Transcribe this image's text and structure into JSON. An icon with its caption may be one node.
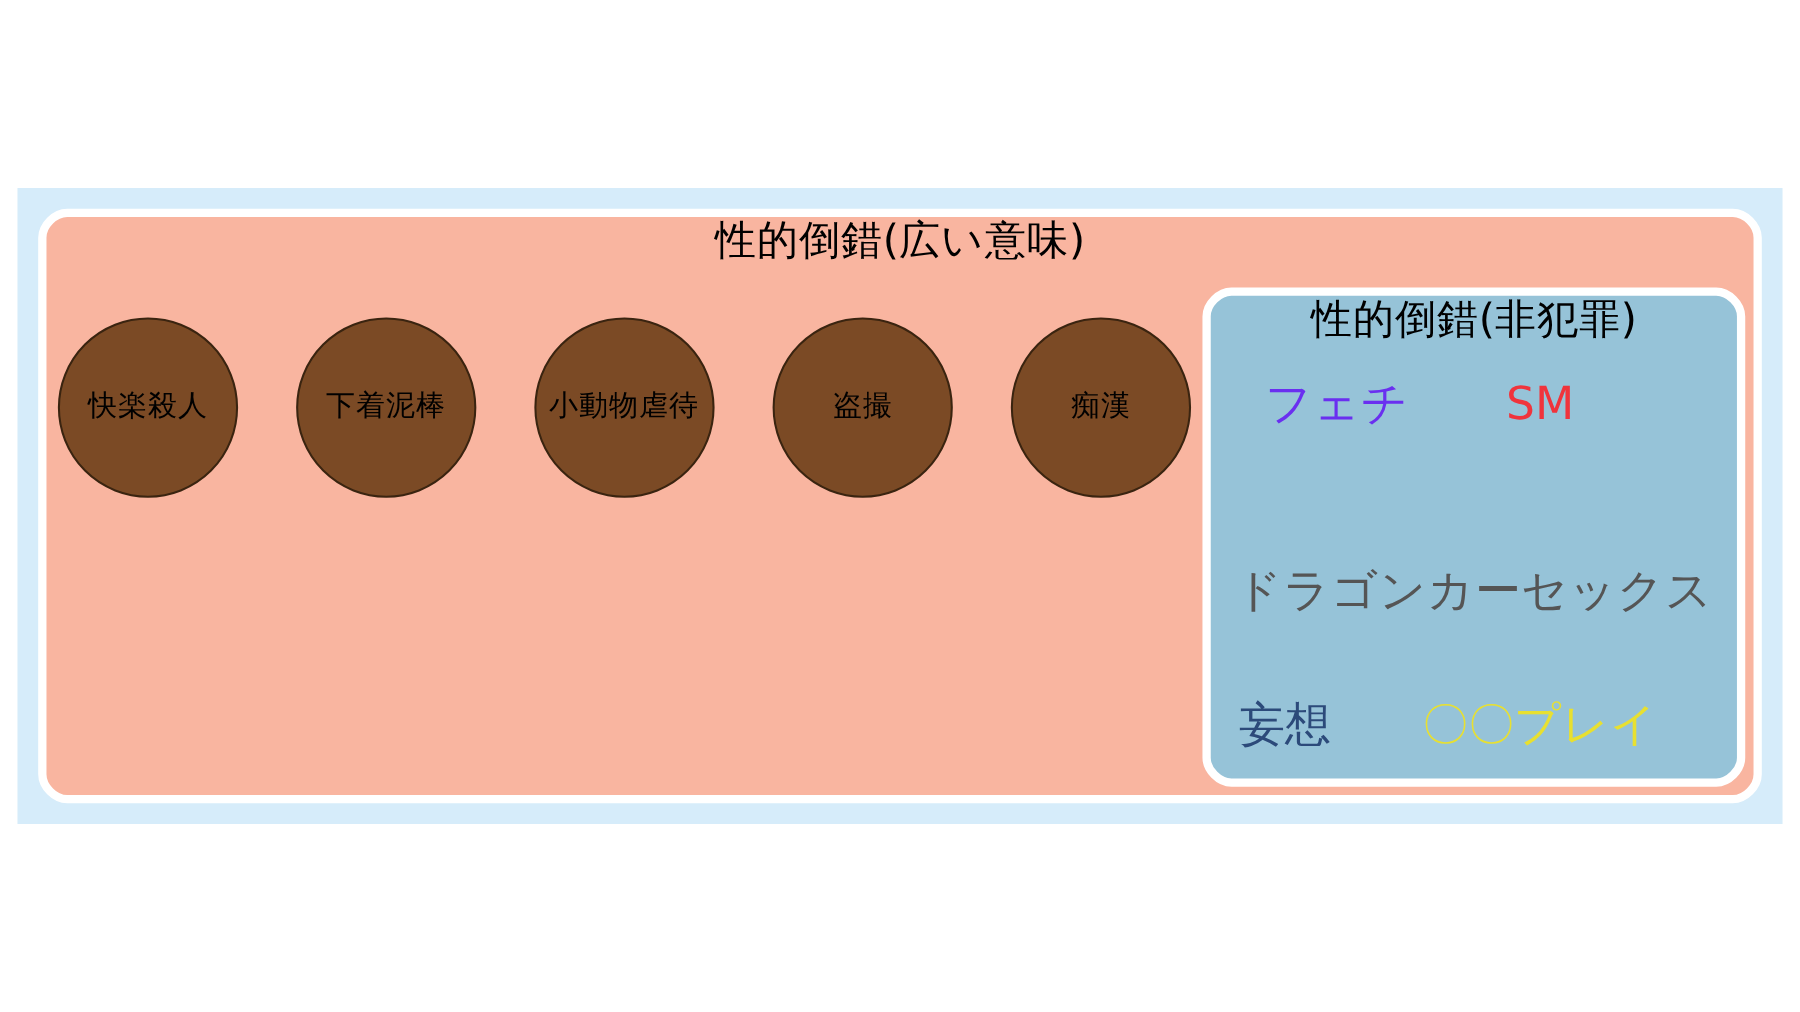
{
  "diagram": {
    "nodes": [
      {
        "text": [
          "性的倒錯(広い意味)"
        ]
      },
      {
        "text": [
          "性的倒錯(非犯罪)"
        ],
        "in": 0
      },
      {
        "text": [
          "痴漢"
        ],
        "in": 0
      },
      {
        "text": [
          "盗撮"
        ],
        "in": 0
      },
      {
        "text": [
          "小動物虐待"
        ],
        "in": 0
      },
      {
        "text": [
          "下着泥棒"
        ],
        "in": 0
      },
      {
        "text": [
          "快楽殺人"
        ],
        "in": 0
      }
    ],
    "edges": [],
    "labels": [
      "SM",
      "フェチ",
      "ドラゴンカーセックス",
      "〇〇プレイ",
      "妄想"
    ]
  }
}
